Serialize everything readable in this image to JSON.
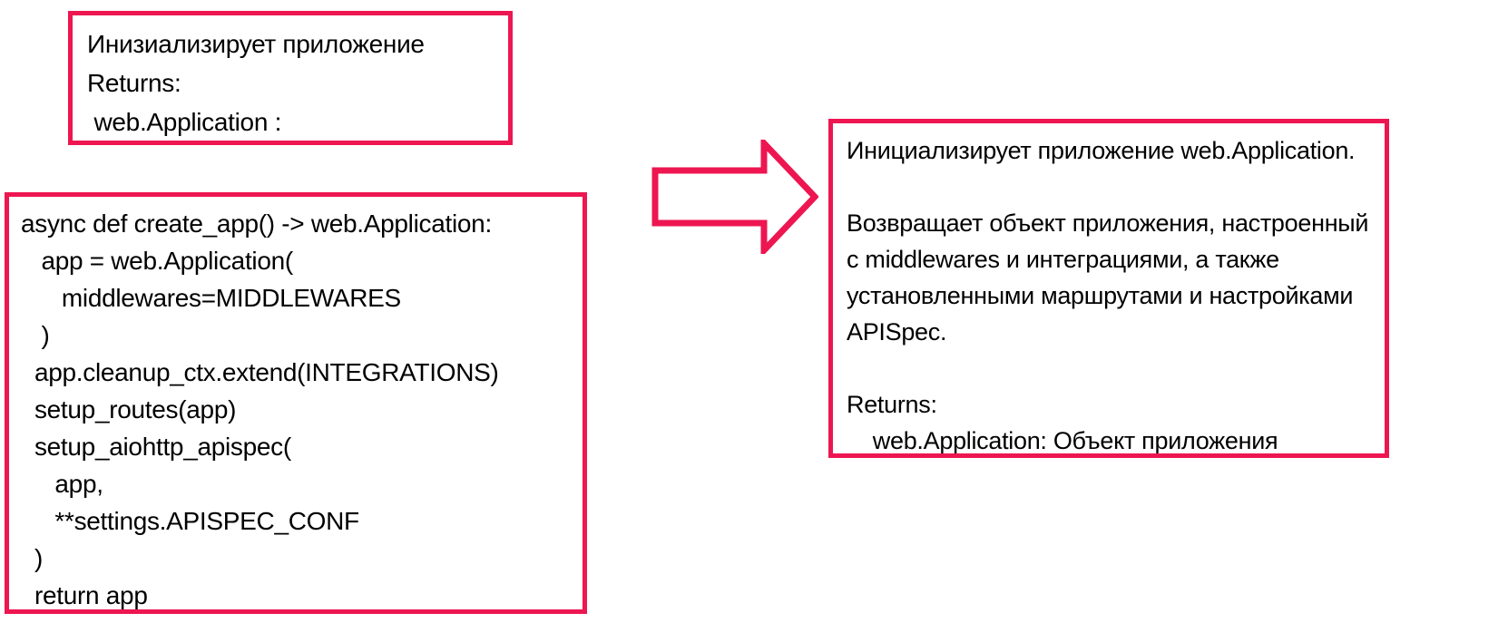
{
  "colors": {
    "accent": "#ED1651",
    "text": "#000000",
    "background": "#FFFFFF"
  },
  "short_docstring_box": {
    "lines": [
      "Инизиализирует приложение",
      "Returns:",
      " web.Application :"
    ]
  },
  "code_box": {
    "lines": [
      "async def create_app() -> web.Application:",
      "   app = web.Application(",
      "      middlewares=MIDDLEWARES",
      "   )",
      "  app.cleanup_ctx.extend(INTEGRATIONS)",
      "  setup_routes(app)",
      "  setup_aiohttp_apispec(",
      "     app,",
      "     **settings.APISPEC_CONF",
      "  )",
      "  return app"
    ]
  },
  "full_docstring_box": {
    "lines": [
      "Инициализирует приложение web.Application.",
      "",
      "Возвращает объект приложения, настроенный",
      "с middlewares и интеграциями, а также",
      "установленными маршрутами и настройками",
      "APISpec.",
      "",
      "Returns:",
      "    web.Application: Объект приложения"
    ]
  },
  "arrow": {
    "meaning": "transforms-into"
  }
}
